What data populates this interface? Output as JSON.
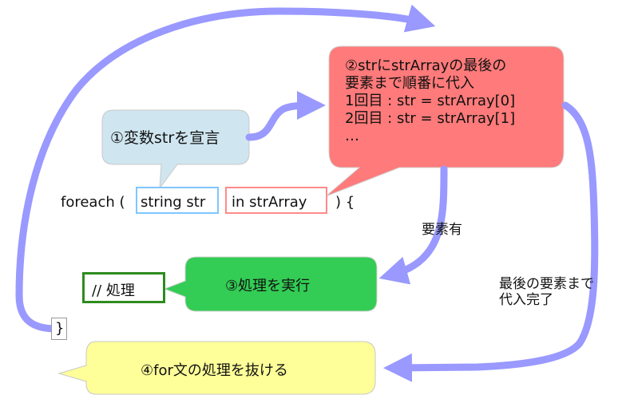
{
  "code": {
    "prefix": "foreach (",
    "decl": "string str",
    "source": "in strArray",
    "suffix": ") {",
    "comment": "// 処理",
    "close_brace": "}"
  },
  "callouts": {
    "declare": "①変数strを宣言",
    "assign": {
      "line1": "②strにstrArrayの最後の",
      "line2": "要素まで順番に代入",
      "line3": "1回目 : str = strArray[0]",
      "line4": "2回目 : str = strArray[1]",
      "line5": "…"
    },
    "execute": "③処理を実行",
    "exit": "④for文の処理を抜ける"
  },
  "labels": {
    "has_element": "要素有",
    "done_line1": "最後の要素まで",
    "done_line2": "代入完了"
  },
  "colors": {
    "arrow": "#9999ff",
    "declare_fill": "#cfe6f0",
    "assign_fill": "#ff7a7a",
    "execute_fill": "#33cc55",
    "exit_fill": "#ffff99",
    "decl_border": "#7fc6ff",
    "source_border": "#ff8a8a",
    "comment_border": "#2e8b1e"
  }
}
